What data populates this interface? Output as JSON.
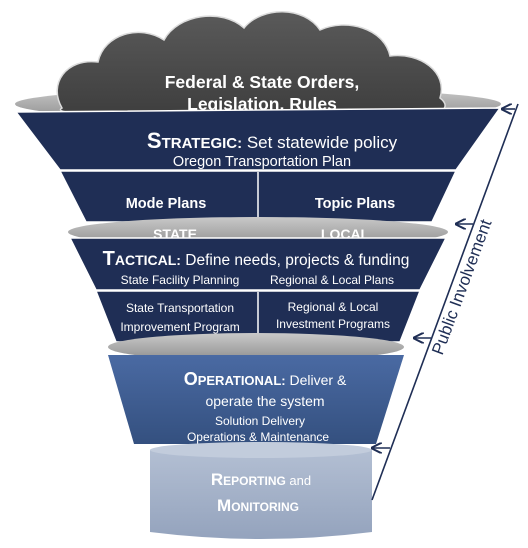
{
  "cloud": {
    "line1": "Federal & State Orders,",
    "line2": "Legislation, Rules"
  },
  "strategic": {
    "cap": "S",
    "rest": "TRATEGIC:",
    "desc": " Set statewide policy",
    "sub": "Oregon Transportation Plan"
  },
  "plans": {
    "mode": "Mode Plans",
    "topic": "Topic Plans"
  },
  "levels": {
    "state": "STATE",
    "local": "LOCAL"
  },
  "tactical": {
    "cap": "T",
    "rest": "ACTICAL:",
    "desc": " Define needs, projects & funding",
    "state_planning": "State Facility Planning",
    "regional_plans": "Regional & Local Plans",
    "stip_line1": "State Transportation",
    "stip_line2": "Improvement Program",
    "invest_line1": "Regional & Local",
    "invest_line2": "Investment Programs"
  },
  "operational": {
    "cap": "O",
    "rest": "PERATIONAL:",
    "desc": " Deliver &",
    "line2": "operate the system",
    "line3": "Solution Delivery",
    "line4": "Operations & Maintenance"
  },
  "reporting": {
    "cap1": "R",
    "rest1": "EPORTING",
    "and": " and",
    "cap2": "M",
    "rest2": "ONITORING"
  },
  "side_label": "Public Involvement",
  "colors": {
    "navy": "#1f2e55",
    "mid_blue": "#3d5a8e",
    "light_blue": "#a6b4cb",
    "cloud_gray": "#4a4a4a",
    "disc_gray": "#a9a9a9"
  }
}
